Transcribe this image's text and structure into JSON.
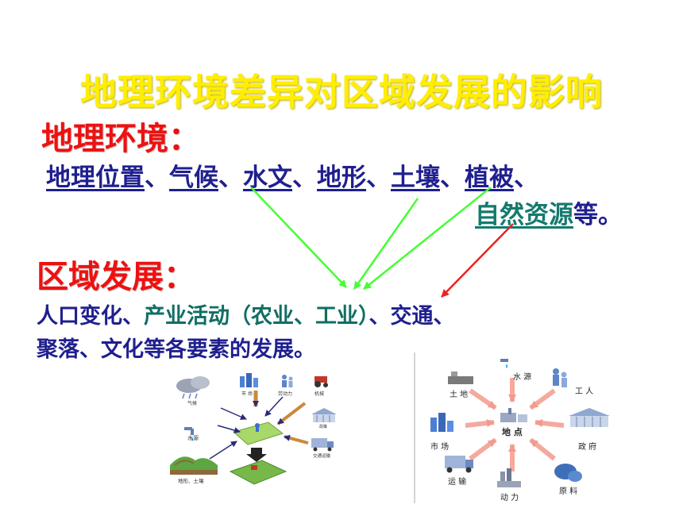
{
  "title": "地理环境差异对区域发展的影响",
  "environment": {
    "heading": "地理环境：",
    "items": [
      "地理位置",
      "气候",
      "水文",
      "地形",
      "土壤",
      "植被"
    ],
    "sep": "、",
    "last_item": "自然资源",
    "tail": "等。"
  },
  "development": {
    "heading": "区域发展：",
    "line1_pre": "人口变化、",
    "line1_green": "产业活动（农业、工业）",
    "line1_post": "、交通、",
    "line2": "聚落、文化等各要素的发展。"
  },
  "arrow_colors": {
    "green": "#44ff33",
    "red": "#ee2222"
  },
  "figure_left": {
    "labels": {
      "weather": "气候",
      "market": "市 场",
      "labor": "劳动力",
      "machinery": "机械",
      "policy": "政策",
      "water": "水源",
      "transport": "交通运输",
      "terrain": "地形、土壤"
    }
  },
  "figure_right": {
    "center": "地 点",
    "labels": {
      "land": "土 地",
      "water": "水 源",
      "workers": "工 人",
      "market": "市 场",
      "government": "政 府",
      "transport": "运 输",
      "power": "动 力",
      "materials": "原 料"
    }
  }
}
